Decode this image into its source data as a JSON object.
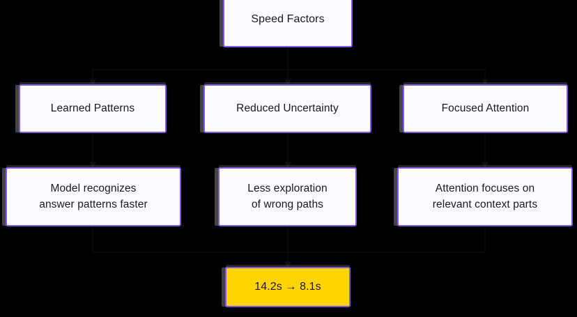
{
  "diagram": {
    "title": "Speed Factors",
    "background_color": "#000000",
    "node_fill": "#FCFBFD",
    "node_border_color": "#8257E6",
    "highlight_fill": "#FFD400",
    "text_color": "#1B1B1F",
    "root": {
      "id": "speed-factors",
      "label": "Speed Factors"
    },
    "factors": [
      {
        "id": "learned-patterns",
        "label": "Learned Patterns"
      },
      {
        "id": "reduced-uncertainty",
        "label": "Reduced Uncertainty"
      },
      {
        "id": "focused-attention",
        "label": "Focused Attention"
      }
    ],
    "details": [
      {
        "id": "model-recognizes",
        "label": "Model recognizes\nanswer patterns faster"
      },
      {
        "id": "less-exploration",
        "label": "Less exploration\nof wrong paths"
      },
      {
        "id": "attention-focuses",
        "label": "Attention focuses on\nrelevant context parts"
      }
    ],
    "result": {
      "id": "timing-result",
      "label": "14.2s → 8.1s",
      "before": "14.2s",
      "after": "8.1s",
      "arrow": "→"
    }
  }
}
